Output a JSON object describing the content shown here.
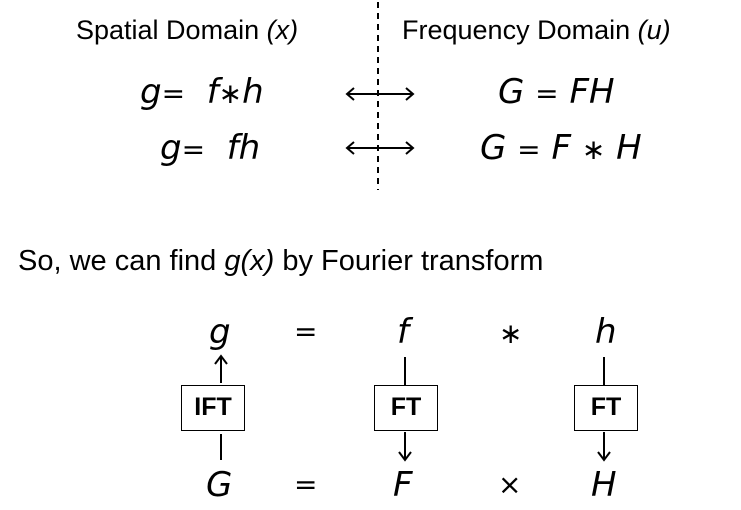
{
  "header": {
    "spatial_label": "Spatial Domain ",
    "spatial_var": "(x)",
    "frequency_label": "Frequency Domain ",
    "frequency_var": "(u)"
  },
  "pairs": [
    {
      "spatial": {
        "lhs": "g",
        "eq": "=",
        "a": "f",
        "op": "∗",
        "b": "h"
      },
      "frequency": {
        "lhs": "G",
        "eq": "=",
        "a": "F",
        "op": "",
        "b": "H"
      }
    },
    {
      "spatial": {
        "lhs": "g",
        "eq": "=",
        "a": "f",
        "op": "",
        "b": "h"
      },
      "frequency": {
        "lhs": "G",
        "eq": "=",
        "a": "F",
        "op": "∗",
        "b": "H"
      }
    }
  ],
  "sentence": {
    "prefix": "So, we can find ",
    "func": "g(x)",
    "suffix": " by Fourier transform"
  },
  "diagram": {
    "top": {
      "g": "g",
      "eq": "=",
      "f": "f",
      "op": "∗",
      "h": "h"
    },
    "bottom": {
      "G": "G",
      "eq": "=",
      "F": "F",
      "op": "×",
      "H": "H"
    },
    "boxes": {
      "left": "IFT",
      "middle": "FT",
      "right": "FT"
    }
  }
}
